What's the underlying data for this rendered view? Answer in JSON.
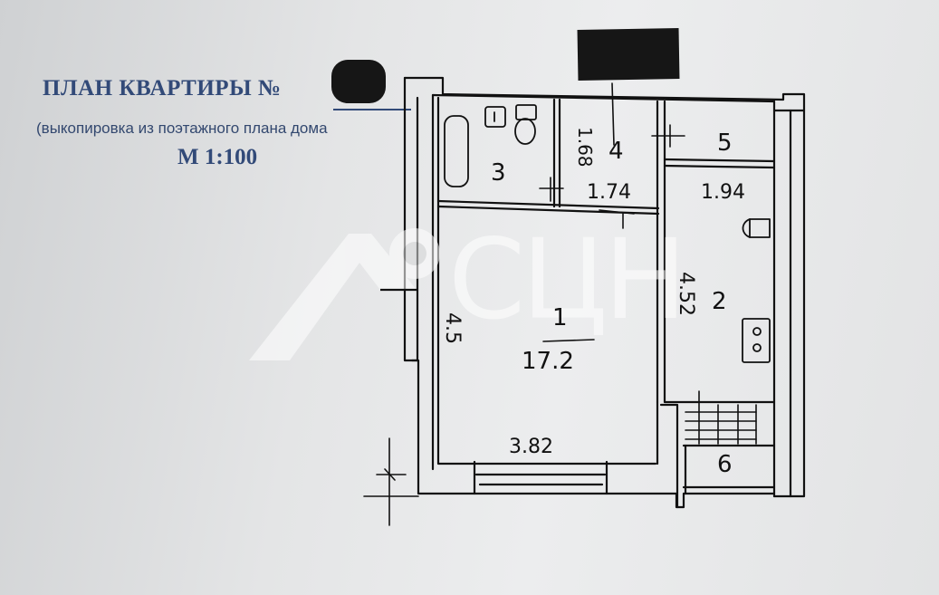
{
  "stamp": {
    "title": "ПЛАН КВАРТИРЫ №",
    "subtitle": "(выкопировка из поэтажного плана дома",
    "scale": "М 1:100"
  },
  "rooms": [
    {
      "number": "1",
      "area": "17.2"
    },
    {
      "number": "2"
    },
    {
      "number": "3"
    },
    {
      "number": "4"
    },
    {
      "number": "5"
    },
    {
      "number": "6"
    }
  ],
  "dimensions": {
    "room1_height": "4.5",
    "room1_width": "3.82",
    "room2_height": "4.52",
    "room2_width": "1.94",
    "room4_height": "1.68",
    "room4_width": "1.74"
  },
  "watermark": {
    "text": "СЦН",
    "color": "#ffffff"
  },
  "colors": {
    "stamp_ink": "#324a78",
    "line_ink": "#111111"
  }
}
